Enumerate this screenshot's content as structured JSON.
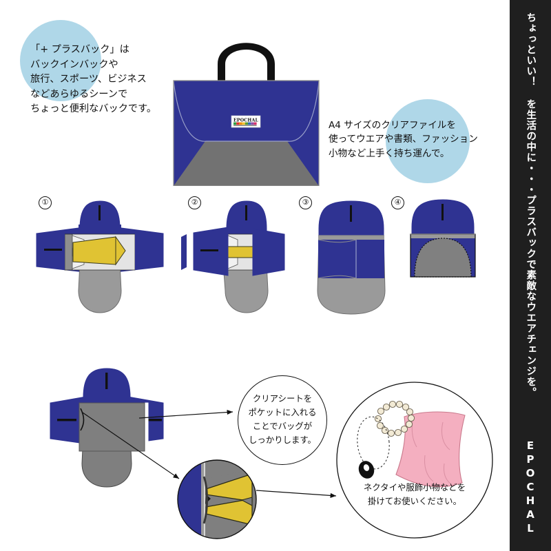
{
  "page": {
    "title": "EPOCHAL プラスバック 商品説明",
    "background": "#ffffff"
  },
  "sidebar": {
    "background": "#1f1f1f",
    "tagline": "ちょっといい！ を生活の中に・・・プラスバックで素敵なウエアチェンジを。",
    "brand": "EPOCHAL"
  },
  "colors": {
    "blue": "#2f3392",
    "blue_dark": "#282c7e",
    "grey": "#727272",
    "grey_light": "#e4e4e4",
    "yellow": "#e0c333",
    "pink": "#f4afc0",
    "pale_blue": "#afd7e8",
    "outline": "#111111",
    "white": "#ffffff"
  },
  "hero": {
    "copy": "「+ プラスバック」は\nバックインバックや\n旅行、スポーツ、ビジネス\nなどあらゆるシーンで\nちょっと便利なバックです。",
    "bag_logo": "EPOCHAL",
    "bag_logo_sub": "",
    "note_copy": "A4 サイズのクリアファイルを\n使ってウエアや書類、ファッション\n小物など上手く持ち運んで。"
  },
  "steps": [
    {
      "number": "①",
      "name": "step-1-open-flat"
    },
    {
      "number": "②",
      "name": "step-2-fold-sides"
    },
    {
      "number": "③",
      "name": "step-3-folded"
    },
    {
      "number": "④",
      "name": "step-4-closed"
    }
  ],
  "callouts": [
    {
      "name": "clear-sheet-callout",
      "text": "クリアシートを\nポケットに入れる\nことでバッグが\nしっかりします。"
    },
    {
      "name": "accessory-callout",
      "text": "ネクタイや服飾小物などを\n掛けてお使いください。"
    }
  ],
  "detail_zoom": {
    "name": "pocket-cross-section",
    "label": ""
  }
}
